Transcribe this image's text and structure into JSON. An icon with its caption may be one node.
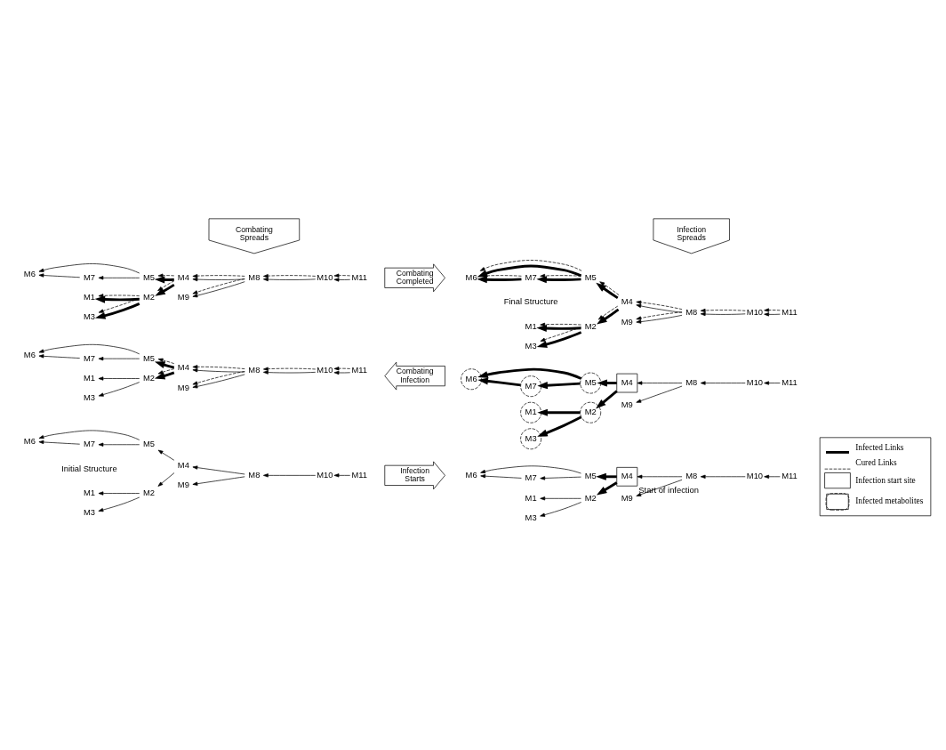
{
  "diagram": {
    "nodes": [
      {
        "text": [
          "M9"
        ]
      },
      {
        "text": [
          "M4"
        ]
      },
      {
        "text": [
          "M8"
        ]
      },
      {
        "text": [
          "M10"
        ]
      },
      {
        "text": [
          "M11"
        ]
      },
      {
        "text": [
          "M2"
        ]
      },
      {
        "text": [
          "M5"
        ]
      },
      {
        "text": [
          "M3"
        ]
      },
      {
        "text": [
          "M1"
        ]
      },
      {
        "text": [
          "M7"
        ]
      },
      {
        "text": [
          "M6"
        ]
      },
      {
        "text": [
          "Infection",
          "Starts"
        ]
      },
      {
        "text": [
          "M9"
        ]
      },
      {
        "text": [
          "M4"
        ],
        "beside": [
          "Start of infection"
        ]
      },
      {
        "text": [
          "M8"
        ]
      },
      {
        "text": [
          "M10"
        ]
      },
      {
        "text": [
          "M11"
        ]
      },
      {
        "text": [
          "M2"
        ]
      },
      {
        "text": [
          "M5"
        ]
      },
      {
        "text": [
          "M3"
        ]
      },
      {
        "text": [
          "M1"
        ]
      },
      {
        "text": [
          "M7"
        ]
      },
      {
        "text": [
          "M6"
        ]
      },
      {
        "text": [
          "Infection",
          "Spreads"
        ]
      },
      {
        "text": [
          "M9"
        ]
      },
      {
        "text": [
          "M4"
        ]
      },
      {
        "text": [
          "M8"
        ]
      },
      {
        "text": [
          "M10"
        ]
      },
      {
        "text": [
          "M11"
        ]
      },
      {
        "text": [
          "M2"
        ]
      },
      {
        "text": [
          "M5"
        ]
      },
      {
        "text": [
          "M3"
        ]
      },
      {
        "text": [
          "M1"
        ]
      },
      {
        "text": [
          "M7"
        ]
      },
      {
        "text": [
          "M6"
        ]
      },
      {
        "text": [
          "Combating",
          "Infection"
        ]
      },
      {
        "text": [
          "M9"
        ]
      },
      {
        "text": [
          "M4"
        ]
      },
      {
        "text": [
          "M8"
        ]
      },
      {
        "text": [
          "M10"
        ]
      },
      {
        "text": [
          "M11"
        ]
      },
      {
        "text": [
          "M2"
        ]
      },
      {
        "text": [
          "M5"
        ]
      },
      {
        "text": [
          "M3"
        ]
      },
      {
        "text": [
          "M1"
        ]
      },
      {
        "text": [
          "M7"
        ]
      },
      {
        "text": [
          "M6"
        ]
      },
      {
        "text": [
          "Combating",
          "Spreads"
        ]
      },
      {
        "text": [
          "M9"
        ]
      },
      {
        "text": [
          "M4"
        ]
      },
      {
        "text": [
          "M8"
        ]
      },
      {
        "text": [
          "M10"
        ]
      },
      {
        "text": [
          "M11"
        ]
      },
      {
        "text": [
          "M2"
        ]
      },
      {
        "text": [
          "M5"
        ]
      },
      {
        "text": [
          "M3"
        ]
      },
      {
        "text": [
          "M1"
        ]
      },
      {
        "text": [
          "M7"
        ]
      },
      {
        "text": [
          "M6"
        ]
      },
      {
        "text": [
          "Combating",
          "Completed"
        ]
      },
      {
        "text": [
          "M9"
        ]
      },
      {
        "text": [
          "M4"
        ]
      },
      {
        "text": [
          "M8"
        ]
      },
      {
        "text": [
          "M10"
        ]
      },
      {
        "text": [
          "M11"
        ]
      },
      {
        "text": [
          "M2"
        ]
      },
      {
        "text": [
          "M5"
        ]
      },
      {
        "text": [
          "M3"
        ]
      },
      {
        "text": [
          "M1"
        ]
      },
      {
        "text": [
          "M7"
        ]
      },
      {
        "text": [
          "M6"
        ]
      }
    ],
    "edges": [
      {
        "from": 2,
        "to": 1,
        "arrow": "to"
      },
      {
        "from": 2,
        "to": 0,
        "arrow": "to"
      },
      {
        "from": 3,
        "to": 2,
        "arrow": "to"
      },
      {
        "from": 4,
        "to": 3,
        "arrow": "to"
      },
      {
        "from": 1,
        "to": 5,
        "arrow": "to"
      },
      {
        "from": 1,
        "to": 6,
        "arrow": "to"
      },
      {
        "from": 5,
        "to": 8,
        "arrow": "to"
      },
      {
        "from": 5,
        "to": 7,
        "arrow": "to"
      },
      {
        "from": 6,
        "to": 10,
        "arrow": "to"
      },
      {
        "from": 6,
        "to": 9,
        "arrow": "to"
      },
      {
        "from": 9,
        "to": 10,
        "arrow": "to"
      },
      {
        "from": 14,
        "to": 13,
        "arrow": "to"
      },
      {
        "from": 14,
        "to": 12,
        "arrow": "to"
      },
      {
        "from": 15,
        "to": 14,
        "arrow": "to"
      },
      {
        "from": 16,
        "to": 15,
        "arrow": "to"
      },
      {
        "from": 13,
        "to": 17,
        "arrow": "to",
        "style": "thick"
      },
      {
        "from": 13,
        "to": 18,
        "arrow": "to",
        "style": "thick"
      },
      {
        "from": 17,
        "to": 20,
        "arrow": "to"
      },
      {
        "from": 17,
        "to": 19,
        "arrow": "to"
      },
      {
        "from": 18,
        "to": 22,
        "arrow": "to"
      },
      {
        "from": 18,
        "to": 21,
        "arrow": "to"
      },
      {
        "from": 21,
        "to": 22,
        "arrow": "to"
      },
      {
        "from": 26,
        "to": 25,
        "arrow": "to"
      },
      {
        "from": 26,
        "to": 24,
        "arrow": "to"
      },
      {
        "from": 27,
        "to": 26,
        "arrow": "to"
      },
      {
        "from": 28,
        "to": 27,
        "arrow": "to"
      },
      {
        "from": 25,
        "to": 29,
        "arrow": "to",
        "style": "thick"
      },
      {
        "from": 25,
        "to": 30,
        "arrow": "to",
        "style": "thick"
      },
      {
        "from": 29,
        "to": 32,
        "arrow": "to"
      },
      {
        "from": 29,
        "to": 31,
        "arrow": "to"
      },
      {
        "from": 30,
        "to": 34,
        "arrow": "to"
      },
      {
        "from": 30,
        "to": 33,
        "arrow": "to"
      },
      {
        "from": 33,
        "to": 34,
        "arrow": "to"
      },
      {
        "from": 26,
        "to": 24,
        "arrow": "to",
        "style": "dashed"
      },
      {
        "from": 26,
        "to": 25,
        "arrow": "to",
        "style": "dashed"
      },
      {
        "from": 27,
        "to": 26,
        "arrow": "to",
        "style": "dashed"
      },
      {
        "from": 28,
        "to": 27,
        "arrow": "to",
        "style": "dashed"
      },
      {
        "from": 25,
        "to": 29,
        "arrow": "to",
        "style": "dashed"
      },
      {
        "from": 25,
        "to": 30,
        "arrow": "to",
        "style": "dashed"
      },
      {
        "from": 38,
        "to": 37,
        "arrow": "to"
      },
      {
        "from": 38,
        "to": 36,
        "arrow": "to"
      },
      {
        "from": 39,
        "to": 38,
        "arrow": "to"
      },
      {
        "from": 40,
        "to": 39,
        "arrow": "to"
      },
      {
        "from": 37,
        "to": 41,
        "arrow": "to",
        "style": "thick"
      },
      {
        "from": 37,
        "to": 42,
        "arrow": "to",
        "style": "thick"
      },
      {
        "from": 41,
        "to": 44,
        "arrow": "to",
        "style": "thick"
      },
      {
        "from": 41,
        "to": 43,
        "arrow": "to",
        "style": "thick"
      },
      {
        "from": 42,
        "to": 46,
        "arrow": "to",
        "style": "thick"
      },
      {
        "from": 42,
        "to": 45,
        "arrow": "to",
        "style": "thick"
      },
      {
        "from": 45,
        "to": 46,
        "arrow": "to",
        "style": "thick"
      },
      {
        "from": 50,
        "to": 49,
        "arrow": "to"
      },
      {
        "from": 50,
        "to": 48,
        "arrow": "to"
      },
      {
        "from": 51,
        "to": 50,
        "arrow": "to"
      },
      {
        "from": 52,
        "to": 51,
        "arrow": "to"
      },
      {
        "from": 49,
        "to": 53,
        "arrow": "to",
        "style": "thick"
      },
      {
        "from": 49,
        "to": 54,
        "arrow": "to",
        "style": "thick"
      },
      {
        "from": 53,
        "to": 56,
        "arrow": "to",
        "style": "thick"
      },
      {
        "from": 53,
        "to": 55,
        "arrow": "to",
        "style": "thick"
      },
      {
        "from": 54,
        "to": 58,
        "arrow": "to"
      },
      {
        "from": 54,
        "to": 57,
        "arrow": "to"
      },
      {
        "from": 57,
        "to": 58,
        "arrow": "to"
      },
      {
        "from": 50,
        "to": 48,
        "arrow": "to",
        "style": "dashed"
      },
      {
        "from": 50,
        "to": 49,
        "arrow": "to",
        "style": "dashed"
      },
      {
        "from": 51,
        "to": 50,
        "arrow": "to",
        "style": "dashed"
      },
      {
        "from": 52,
        "to": 51,
        "arrow": "to",
        "style": "dashed"
      },
      {
        "from": 49,
        "to": 53,
        "arrow": "to",
        "style": "dashed"
      },
      {
        "from": 49,
        "to": 54,
        "arrow": "to",
        "style": "dashed"
      },
      {
        "from": 53,
        "to": 56,
        "arrow": "to",
        "style": "dashed"
      },
      {
        "from": 53,
        "to": 55,
        "arrow": "to",
        "style": "dashed"
      },
      {
        "from": 62,
        "to": 61,
        "arrow": "to"
      },
      {
        "from": 62,
        "to": 60,
        "arrow": "to"
      },
      {
        "from": 63,
        "to": 62,
        "arrow": "to"
      },
      {
        "from": 64,
        "to": 63,
        "arrow": "to"
      },
      {
        "from": 61,
        "to": 65,
        "arrow": "to",
        "style": "thick"
      },
      {
        "from": 61,
        "to": 66,
        "arrow": "to",
        "style": "thick"
      },
      {
        "from": 65,
        "to": 68,
        "arrow": "to",
        "style": "thick"
      },
      {
        "from": 65,
        "to": 67,
        "arrow": "to",
        "style": "thick"
      },
      {
        "from": 66,
        "to": 70,
        "arrow": "to",
        "style": "thick"
      },
      {
        "from": 66,
        "to": 69,
        "arrow": "to",
        "style": "thick"
      },
      {
        "from": 69,
        "to": 70,
        "arrow": "to",
        "style": "thick"
      },
      {
        "from": 62,
        "to": 60,
        "arrow": "to",
        "style": "dashed"
      },
      {
        "from": 62,
        "to": 61,
        "arrow": "to",
        "style": "dashed"
      },
      {
        "from": 63,
        "to": 62,
        "arrow": "to",
        "style": "dashed"
      },
      {
        "from": 64,
        "to": 63,
        "arrow": "to",
        "style": "dashed"
      },
      {
        "from": 61,
        "to": 65,
        "arrow": "to",
        "style": "dashed"
      },
      {
        "from": 61,
        "to": 66,
        "arrow": "to",
        "style": "dashed"
      },
      {
        "from": 65,
        "to": 68,
        "arrow": "to",
        "style": "dashed"
      },
      {
        "from": 65,
        "to": 67,
        "arrow": "to",
        "style": "dashed"
      },
      {
        "from": 66,
        "to": 70,
        "arrow": "to",
        "style": "dashed"
      },
      {
        "from": 66,
        "to": 69,
        "arrow": "to",
        "style": "dashed"
      },
      {
        "from": 69,
        "to": 70,
        "arrow": "to",
        "style": "dashed"
      }
    ],
    "labels": [
      "Initial Structure",
      "Final Structure"
    ],
    "legend": [
      {
        "text": "Infected Links"
      },
      {
        "text": "Cured Links"
      },
      {
        "text": "Infection start site"
      },
      {
        "text": "Infected metabolites"
      }
    ]
  }
}
